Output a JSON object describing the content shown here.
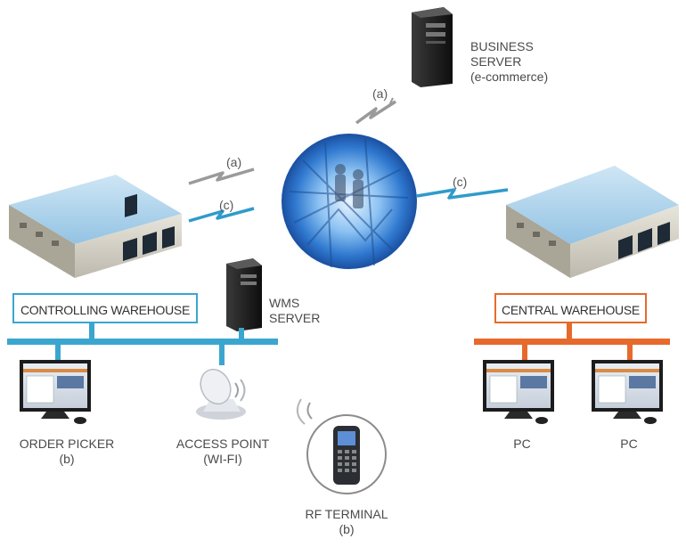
{
  "nodes": {
    "business_server": {
      "line1": "BUSINESS",
      "line2": "SERVER",
      "line3": "(e-commerce)"
    },
    "controlling_warehouse": {
      "label": "CONTROLLING WAREHOUSE"
    },
    "central_warehouse": {
      "label": "CENTRAL WAREHOUSE"
    },
    "wms_server": {
      "line1": "WMS",
      "line2": "SERVER"
    },
    "order_picker": {
      "line1": "ORDER PICKER",
      "line2": "(b)"
    },
    "access_point": {
      "line1": "ACCESS POINT",
      "line2": "(WI-FI)"
    },
    "rf_terminal": {
      "line1": "RF TERMINAL",
      "line2": "(b)"
    },
    "pc_1": {
      "label": "PC"
    },
    "pc_2": {
      "label": "PC"
    }
  },
  "links": {
    "business_link": "(a)",
    "controlling_link_a": "(a)",
    "controlling_link_c": "(c)",
    "central_link": "(c)"
  },
  "colors": {
    "controlling_network": "#3aa6cf",
    "central_network": "#e66a2c",
    "wireless_gray": "#9a9a9a",
    "wireless_blue": "#2f9bcb",
    "globe": "#2a73c8"
  }
}
